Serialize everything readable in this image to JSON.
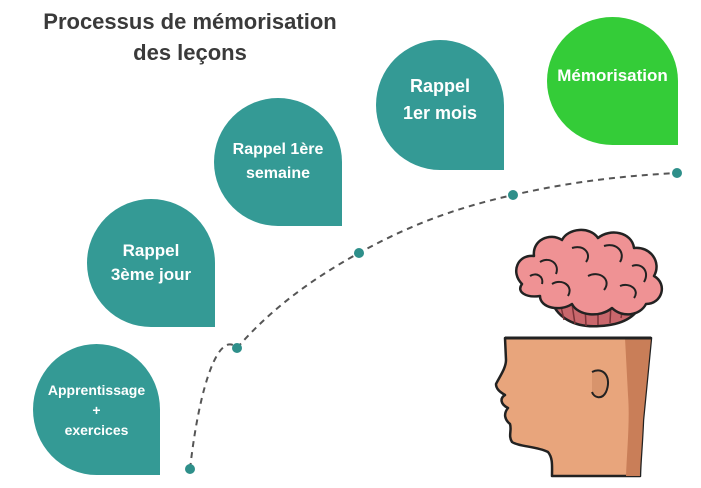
{
  "title": {
    "line1": "Processus de mémorisation",
    "line2": "des leçons"
  },
  "steps": [
    {
      "lines": [
        "Apprentissage",
        "+",
        "exercices"
      ],
      "color": "#349a95"
    },
    {
      "lines": [
        "Rappel",
        "3ème jour"
      ],
      "color": "#349a95"
    },
    {
      "lines": [
        "Rappel 1ère",
        "semaine"
      ],
      "color": "#349a95"
    },
    {
      "lines": [
        "Rappel",
        "1er mois"
      ],
      "color": "#349a95"
    },
    {
      "lines": [
        "Mémorisation"
      ],
      "color": "#34cc38"
    }
  ],
  "colors": {
    "path": "#555555",
    "dot": "#2e8f8a",
    "skin": "#e8a57c",
    "skin_shadow": "#c97e58",
    "outline": "#222222",
    "brain": "#ef9294",
    "brain_dark": "#c9676c"
  },
  "illustration": {
    "icon": "head-with-brain-icon"
  }
}
